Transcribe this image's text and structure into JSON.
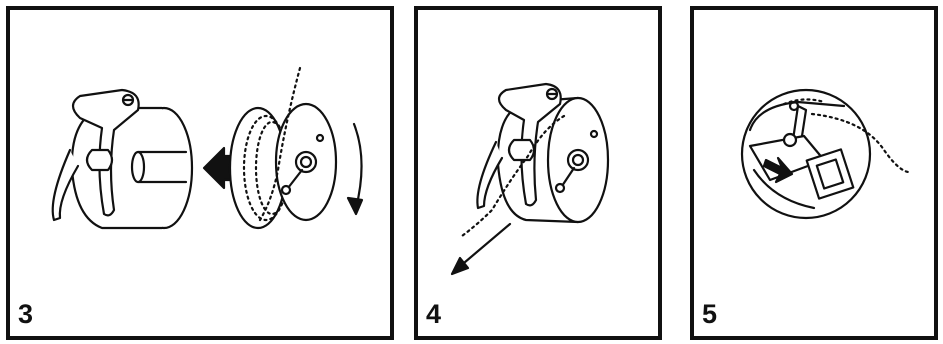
{
  "steps": [
    {
      "number": "3"
    },
    {
      "number": "4"
    },
    {
      "number": "5"
    }
  ],
  "colors": {
    "line": "#111111",
    "background": "#ffffff"
  }
}
